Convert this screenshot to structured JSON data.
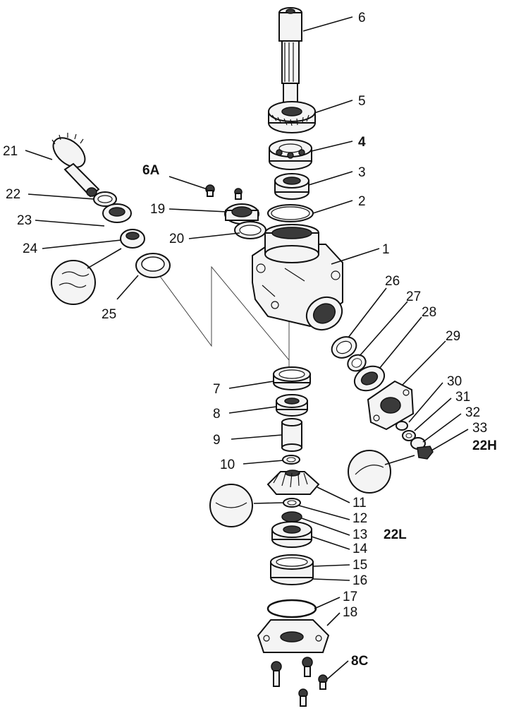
{
  "diagram": {
    "callouts": [
      {
        "id": "c1",
        "text": "1",
        "bold": false
      },
      {
        "id": "c2",
        "text": "2",
        "bold": false
      },
      {
        "id": "c3",
        "text": "3",
        "bold": false
      },
      {
        "id": "c4",
        "text": "4",
        "bold": false
      },
      {
        "id": "c5",
        "text": "5",
        "bold": false
      },
      {
        "id": "c6",
        "text": "6",
        "bold": false
      },
      {
        "id": "c6a",
        "text": "6A",
        "bold": true
      },
      {
        "id": "c7",
        "text": "7",
        "bold": false
      },
      {
        "id": "c8",
        "text": "8",
        "bold": false
      },
      {
        "id": "c8c",
        "text": "8C",
        "bold": true
      },
      {
        "id": "c9",
        "text": "9",
        "bold": false
      },
      {
        "id": "c10",
        "text": "10",
        "bold": false
      },
      {
        "id": "c11",
        "text": "11",
        "bold": false
      },
      {
        "id": "c12",
        "text": "12",
        "bold": false
      },
      {
        "id": "c13",
        "text": "13",
        "bold": false
      },
      {
        "id": "c14",
        "text": "14",
        "bold": false
      },
      {
        "id": "c15",
        "text": "15",
        "bold": false
      },
      {
        "id": "c16",
        "text": "16",
        "bold": false
      },
      {
        "id": "c17",
        "text": "17",
        "bold": false
      },
      {
        "id": "c18",
        "text": "18",
        "bold": false
      },
      {
        "id": "c19",
        "text": "19",
        "bold": false
      },
      {
        "id": "c20",
        "text": "20",
        "bold": false
      },
      {
        "id": "c21",
        "text": "21",
        "bold": false
      },
      {
        "id": "c22",
        "text": "22",
        "bold": false
      },
      {
        "id": "c22h",
        "text": "22H",
        "bold": true
      },
      {
        "id": "c22l",
        "text": "22L",
        "bold": true
      },
      {
        "id": "c23",
        "text": "23",
        "bold": false
      },
      {
        "id": "c24",
        "text": "24",
        "bold": false
      },
      {
        "id": "c25",
        "text": "25",
        "bold": false
      },
      {
        "id": "c26",
        "text": "26",
        "bold": false
      },
      {
        "id": "c27",
        "text": "27",
        "bold": false
      },
      {
        "id": "c28",
        "text": "28",
        "bold": false
      },
      {
        "id": "c29",
        "text": "29",
        "bold": false
      },
      {
        "id": "c30",
        "text": "30",
        "bold": false
      },
      {
        "id": "c31",
        "text": "31",
        "bold": false
      },
      {
        "id": "c32",
        "text": "32",
        "bold": false
      },
      {
        "id": "c33",
        "text": "33",
        "bold": false
      }
    ]
  }
}
